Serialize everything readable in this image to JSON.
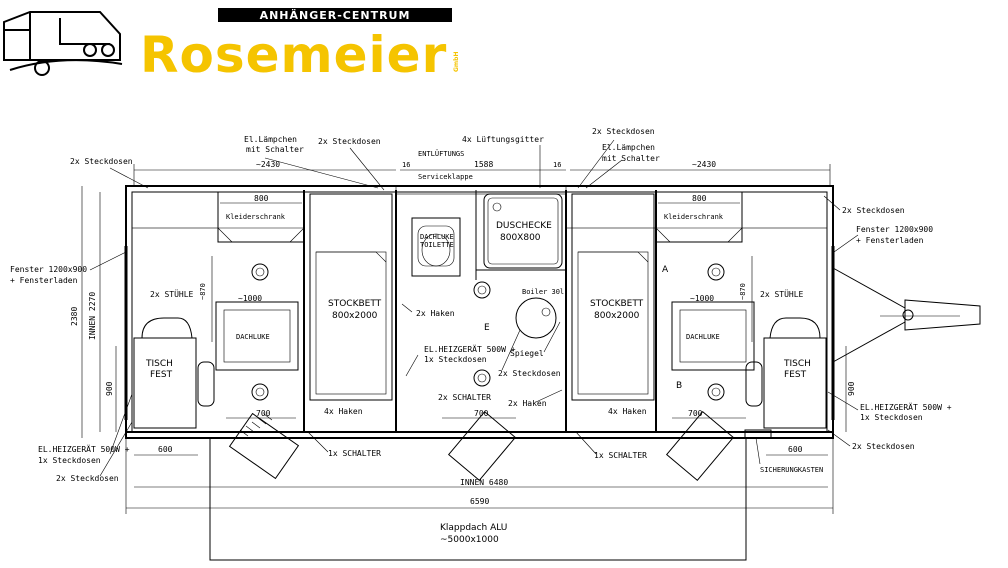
{
  "brand": {
    "tagline": "ANHÄNGER-CENTRUM",
    "name": "Rosemeier",
    "suffix": "GmbH",
    "accent_color": "#F5C400",
    "logo_icon": "trailer-car-icon"
  },
  "labels": {
    "l_steckdosen_topleft": "2x Steckdosen",
    "l_lamp_left_1": "El.Lämpchen",
    "l_lamp_left_2": "mit Schalter",
    "l_steck_top_left": "2x Steckdosen",
    "l_lueftung": "4x Lüftungsgitter",
    "l_entlueftung": "ENTLÜFTUNGS",
    "l_steck_top_right": "2x Steckdosen",
    "l_lamp_right_1": "El.Lämpchen",
    "l_lamp_right_2": "mit Schalter",
    "l_servicklappe": "Serviceklappe",
    "l_kleider_l": "Kleiderschrank",
    "l_kleider_r": "Kleiderschrank",
    "l_dusche_1": "DUSCHECKE",
    "l_dusche_2": "800X800",
    "l_dachluke_wc": "DACHLUKE",
    "l_toilette": "TOILETTE",
    "l_steck_right_top": "2x Steckdosen",
    "l_fenster_l_1": "Fenster 1200x900",
    "l_fenster_l_2": "+ Fensterladen",
    "l_fenster_r_1": "Fenster 1200x900",
    "l_fenster_r_2": "+ Fensterladen",
    "l_stuehle_l": "2x STÜHLE",
    "l_stuehle_r": "2x STÜHLE",
    "l_stock_l_1": "STOCKBETT",
    "l_stock_l_2": "800x2000",
    "l_stock_r_1": "STOCKBETT",
    "l_stock_r_2": "800x2000",
    "l_boiler": "Boiler 30l",
    "l_dachluke_l": "DACHLUKE",
    "l_dachluke_r": "DACHLUKE",
    "l_haken_2x_top": "2x Haken",
    "l_heiz_c_1": "EL.HEIZGERÄT 500W +",
    "l_heiz_c_2": "1x Steckdosen",
    "l_spiegel": "Spiegel",
    "l_steck_c": "2x Steckdosen",
    "l_tisch_l_1": "TISCH",
    "l_tisch_l_2": "FEST",
    "l_tisch_r_1": "TISCH",
    "l_tisch_r_2": "FEST",
    "l_e": "E",
    "l_a": "A",
    "l_b": "B",
    "l_schalter_2x": "2x SCHALTER",
    "l_haken_2x_mid": "2x Haken",
    "l_haken_4x_l": "4x Haken",
    "l_haken_4x_r": "4x Haken",
    "l_heiz_l_1": "EL.HEIZGERÄT 500W +",
    "l_heiz_l_2": "1x Steckdosen",
    "l_heiz_r_1": "EL.HEIZGERÄT 500W +",
    "l_heiz_r_2": "1x Steckdosen",
    "l_steck_bl": "2x Steckdosen",
    "l_steck_br": "2x Steckdosen",
    "l_schalter_1x_l": "1x SCHALTER",
    "l_schalter_1x_r": "1x SCHALTER",
    "l_sicherung": "SICHERUNGKASTEN",
    "l_klappdach_1": "Klappdach  ALU",
    "l_klappdach_2": "~5000x1000"
  },
  "dimensions": {
    "d_2430_l": "~2430",
    "d_16_l": "16",
    "d_1588": "1588",
    "d_16_r": "16",
    "d_2430_r": "~2430",
    "d_800_l": "800",
    "d_800_r": "800",
    "d_870_l": "~870",
    "d_870_r": "~870",
    "d_1000_l": "~1000",
    "d_1000_r": "~1000",
    "d_2380": "2380",
    "d_2270": "INNEN 2270",
    "d_900_l": "900",
    "d_900_r": "900",
    "d_700_1": "700",
    "d_700_2": "700",
    "d_700_3": "700",
    "d_600_l": "600",
    "d_600_r": "600",
    "d_innen_6480": "INNEN 6480",
    "d_6590": "6590"
  }
}
